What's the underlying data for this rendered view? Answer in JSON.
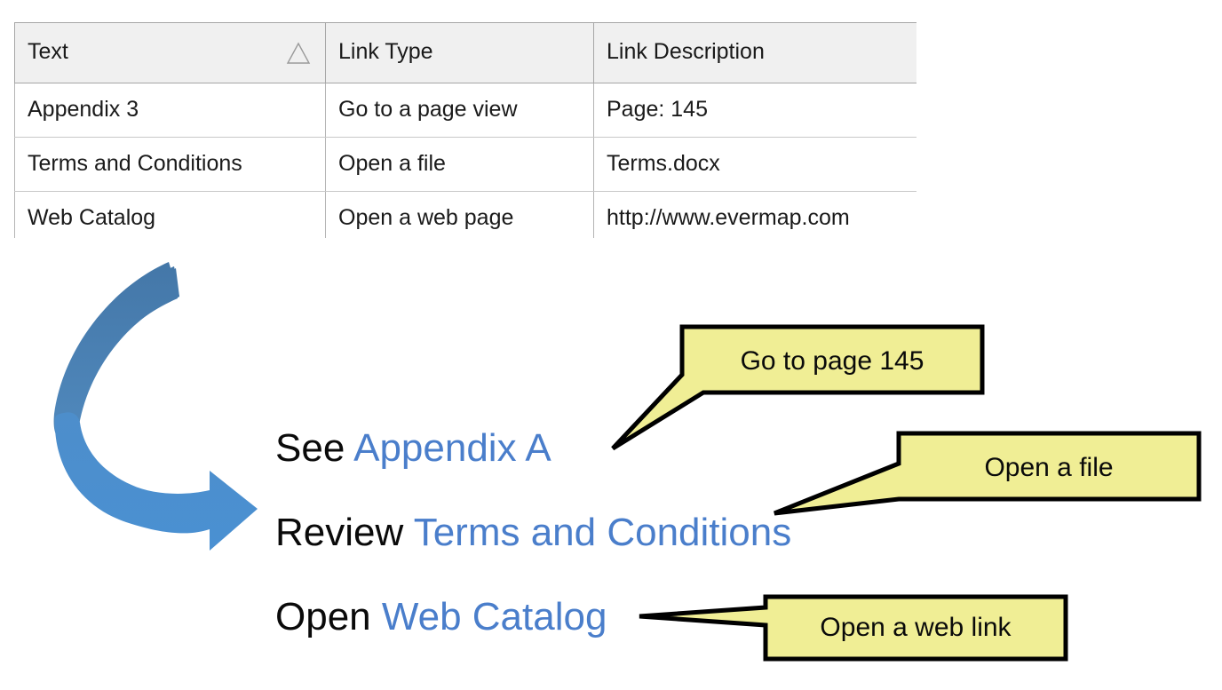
{
  "table": {
    "name": "link-properties-table",
    "columns": [
      {
        "label": "Text",
        "sort_indicator": "sort-ascending-triangle-icon"
      },
      {
        "label": "Link Type",
        "sort_indicator": ""
      },
      {
        "label": "Link Description",
        "sort_indicator": ""
      }
    ],
    "rows": [
      {
        "text": "Appendix 3",
        "link_type": "Go to a page view",
        "link_description": "Page: 145"
      },
      {
        "text": "Terms and Conditions",
        "link_type": "Open a file",
        "link_description": "Terms.docx"
      },
      {
        "text": "Web Catalog",
        "link_type": "Open a web page",
        "link_description": "http://www.evermap.com"
      }
    ]
  },
  "document": {
    "lines": [
      {
        "prefix": "See ",
        "link_text": "Appendix A"
      },
      {
        "prefix": "Review ",
        "link_text": "Terms and Conditions"
      },
      {
        "prefix": "Open ",
        "link_text": "Web Catalog"
      }
    ]
  },
  "callouts": [
    {
      "label": "Go to page 145"
    },
    {
      "label": "Open a file"
    },
    {
      "label": "Open a web link"
    }
  ],
  "graphics": {
    "curved_arrow": "curved-arrow-icon"
  },
  "colors": {
    "hyperlink": "#4a7ecb",
    "callout_fill": "#f0ee95",
    "callout_border": "#000000",
    "arrow_top": "#4a7fb0",
    "arrow_bottom": "#4a90d0",
    "header_background": "#f0f0f0",
    "table_border": "#a6a6a6"
  }
}
